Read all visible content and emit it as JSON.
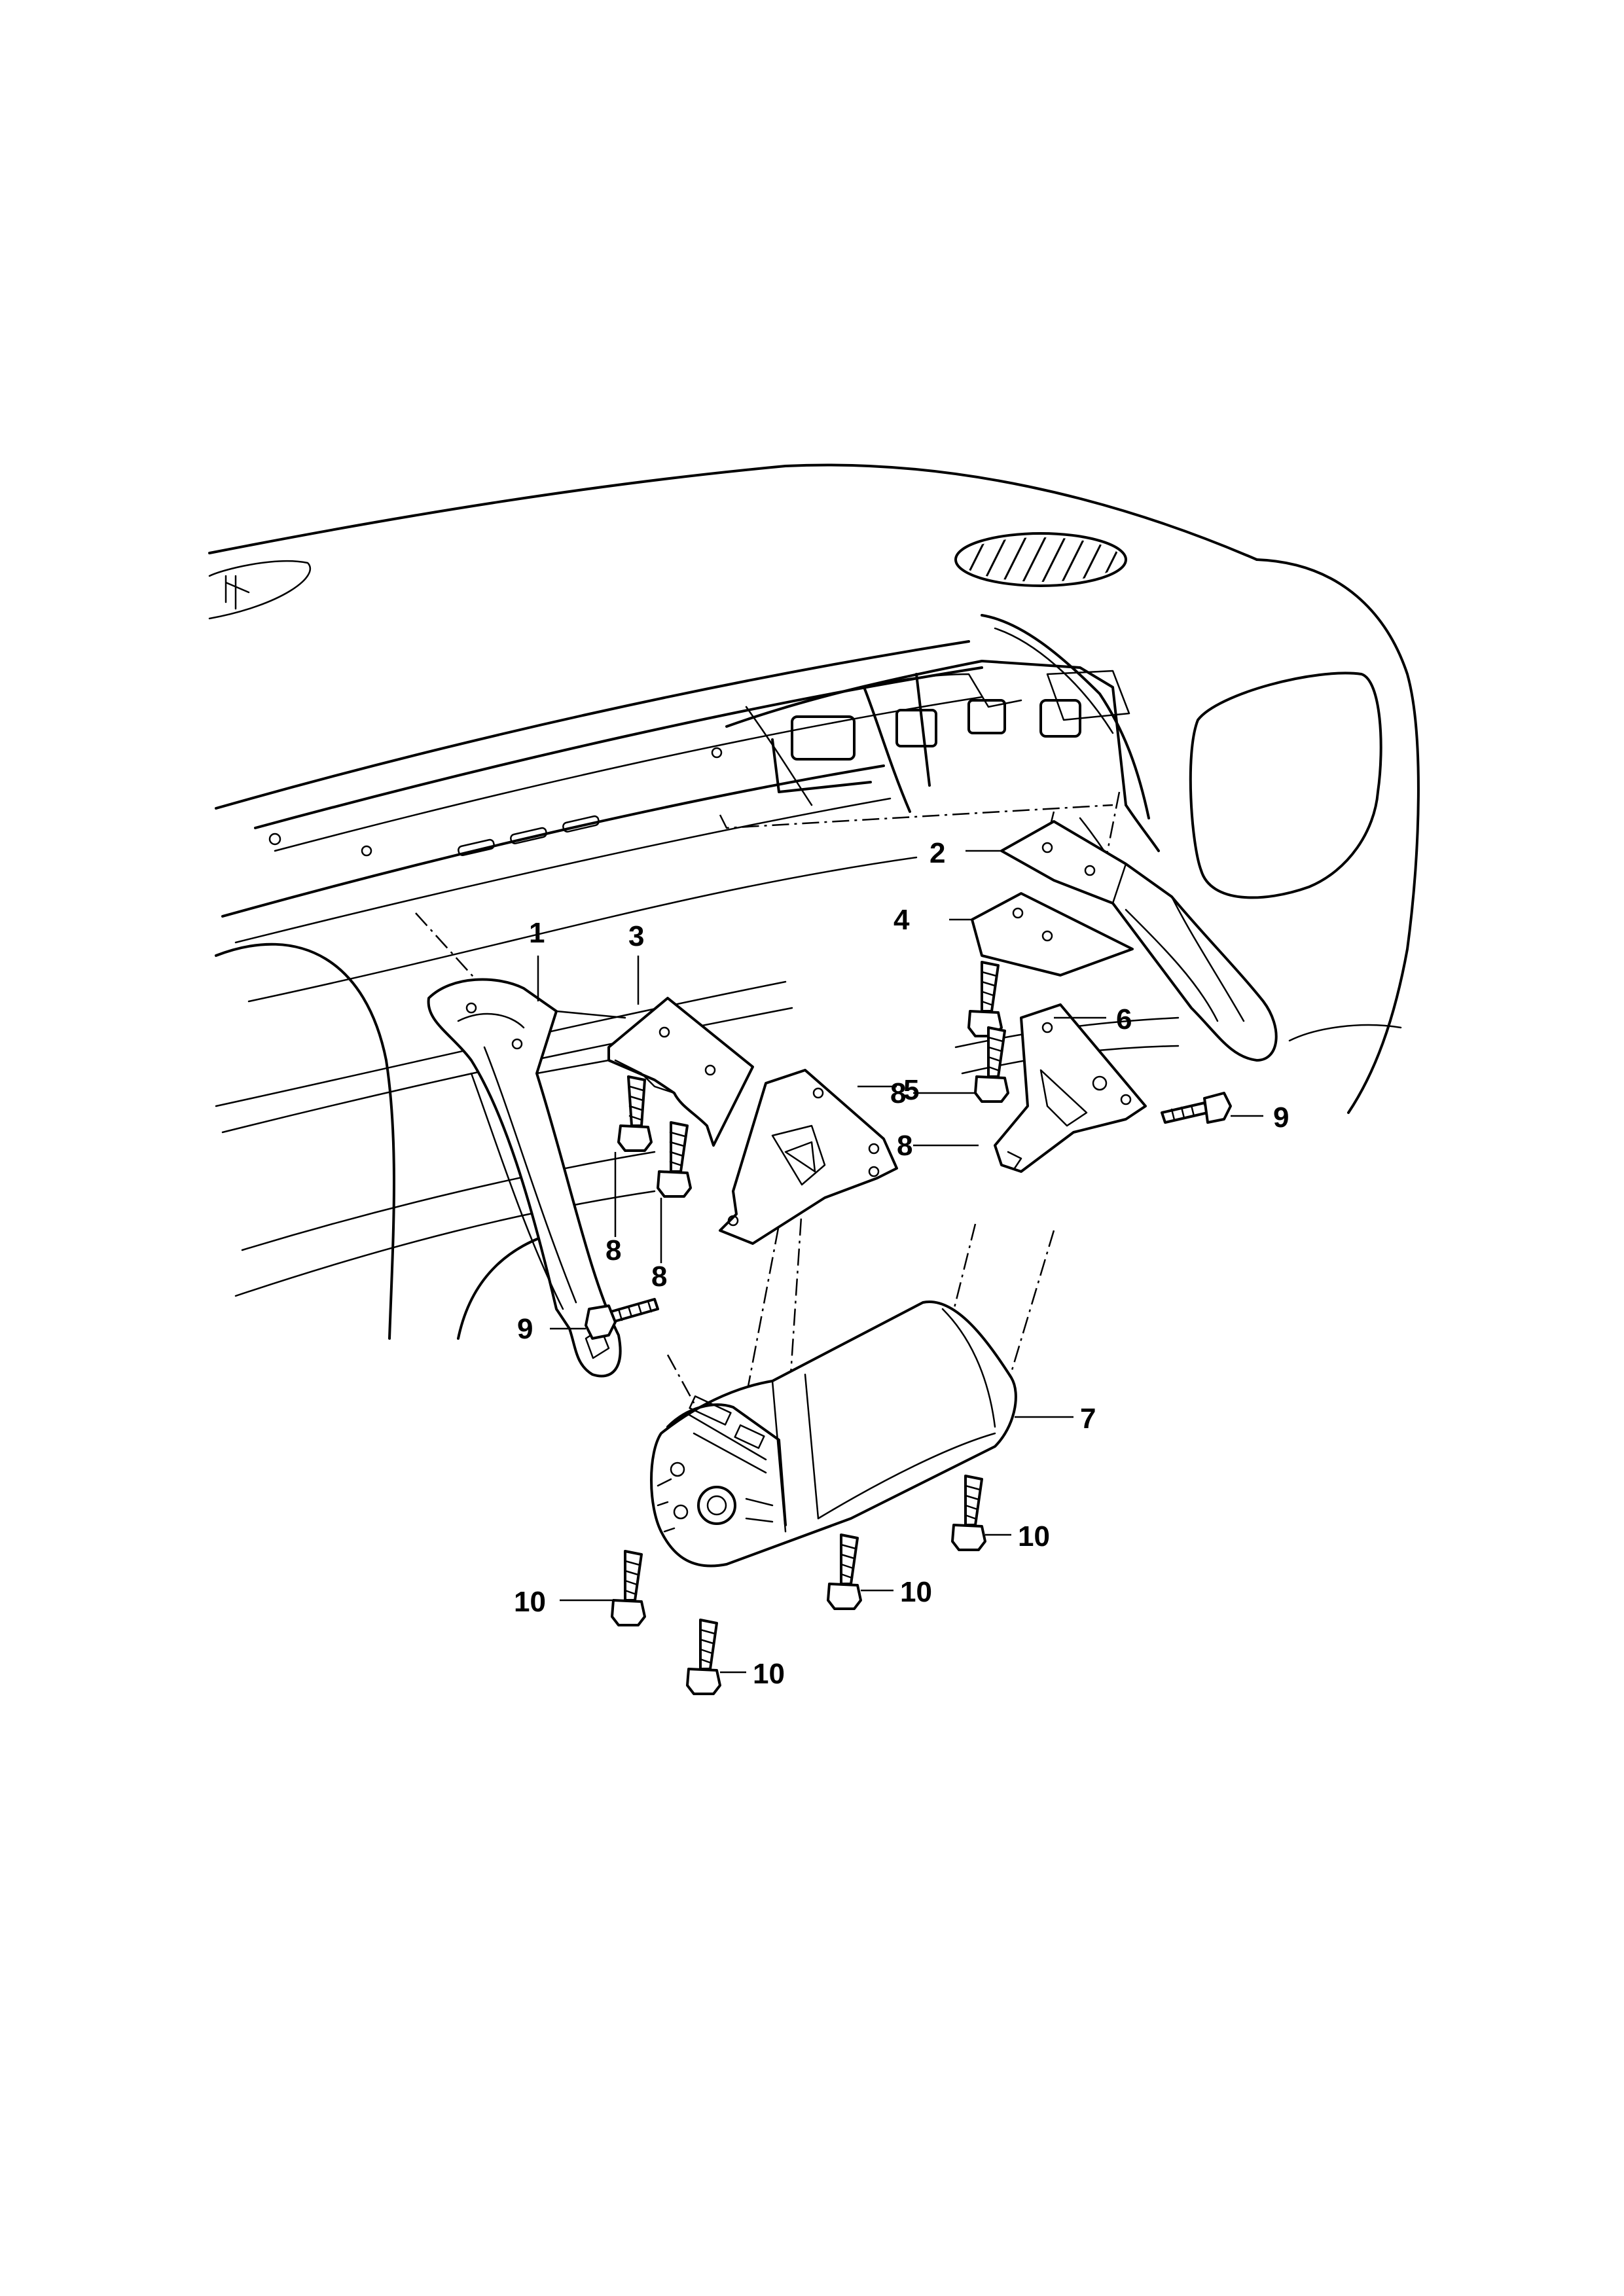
{
  "callouts": [
    {
      "id": "c1",
      "text": "1"
    },
    {
      "id": "c2",
      "text": "2"
    },
    {
      "id": "c3",
      "text": "3"
    },
    {
      "id": "c4",
      "text": "4"
    },
    {
      "id": "c5",
      "text": "5"
    },
    {
      "id": "c6",
      "text": "6"
    },
    {
      "id": "c7",
      "text": "7"
    },
    {
      "id": "c8a",
      "text": "8"
    },
    {
      "id": "c8b",
      "text": "8"
    },
    {
      "id": "c8c",
      "text": "8"
    },
    {
      "id": "c8d",
      "text": "8"
    },
    {
      "id": "c9a",
      "text": "9"
    },
    {
      "id": "c9b",
      "text": "9"
    },
    {
      "id": "c10a",
      "text": "10"
    },
    {
      "id": "c10b",
      "text": "10"
    },
    {
      "id": "c10c",
      "text": "10"
    },
    {
      "id": "c10d",
      "text": "10"
    }
  ]
}
